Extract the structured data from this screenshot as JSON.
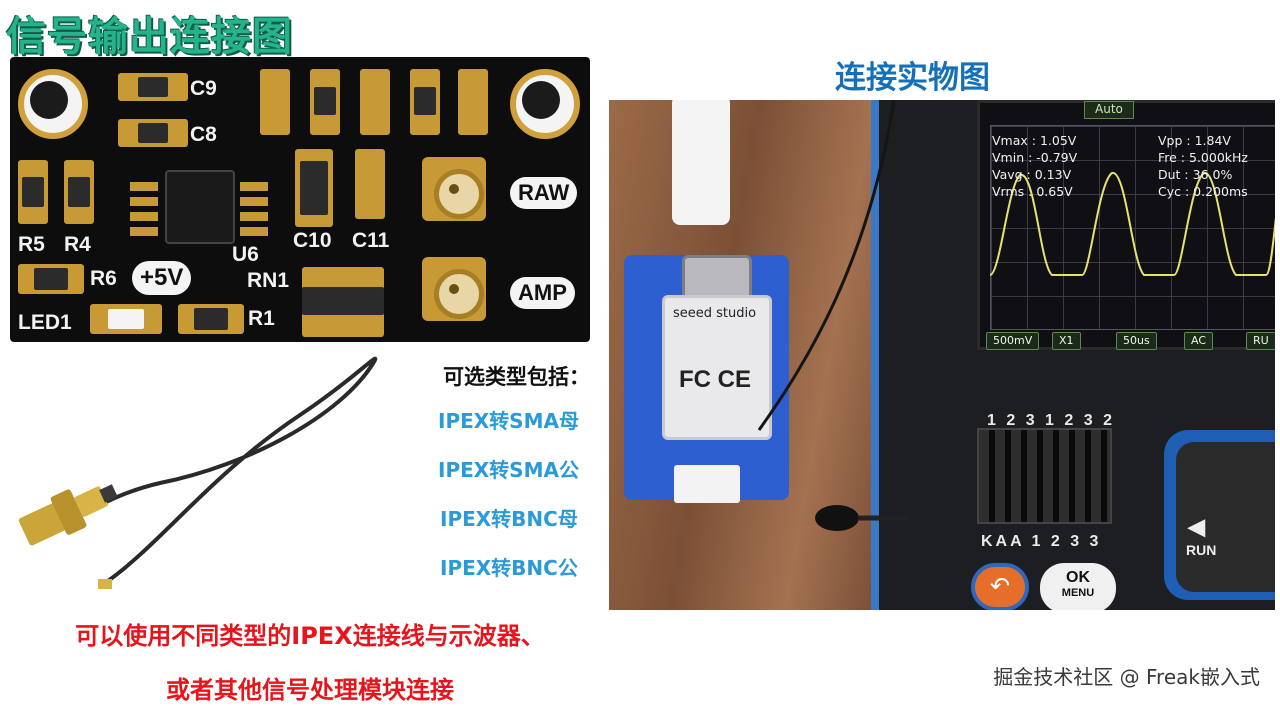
{
  "title": "信号输出连接图",
  "pcb": {
    "labels": {
      "c9": "C9",
      "c8": "C8",
      "r5": "R5",
      "r4": "R4",
      "r6": "R6",
      "plus5v": "+5V",
      "u6": "U6",
      "c10": "C10",
      "c11": "C11",
      "rn1": "RN1",
      "led1": "LED1",
      "r1": "R1",
      "raw": "RAW",
      "amp": "AMP"
    }
  },
  "options": {
    "heading": "可选类型包括：",
    "items": [
      "IPEX转SMA母",
      "IPEX转SMA公",
      "IPEX转BNC母",
      "IPEX转BNC公"
    ]
  },
  "note": {
    "line1": "可以使用不同类型的IPEX连接线与示波器、",
    "line2": "或者其他信号处理模块连接"
  },
  "photo": {
    "title": "连接实物图",
    "board": {
      "brand": "seeed studio",
      "marks": "FC CE"
    },
    "scope": {
      "mode": "Auto",
      "measurements": {
        "vmax": "Vmax : 1.05V",
        "vmin": "Vmin : -0.79V",
        "vavg": "Vavg : 0.13V",
        "vrms": "Vrms : 0.65V",
        "vpp": "Vpp : 1.84V",
        "fre": "Fre : 5.000kHz",
        "dut": "Dut : 36.0%",
        "cyc": "Cyc : 0.200ms"
      },
      "buttons": [
        "500mV",
        "X1",
        "50us",
        "AC",
        "RU"
      ],
      "digits_top": "1 2 3  1 2 3 2",
      "digits_bottom": "KAA 1 2 3 3",
      "run_label": "RUN",
      "ok_label": "OK",
      "menu_label": "MENU"
    }
  },
  "footer": "掘金技术社区 @ Freak嵌入式",
  "colors": {
    "title": "#24b38a",
    "photo_title": "#1670b8",
    "option": "#2a9ad9",
    "note": "#e8141c",
    "pad_gold": "#c79a35",
    "waveform": "#e6e26b"
  }
}
